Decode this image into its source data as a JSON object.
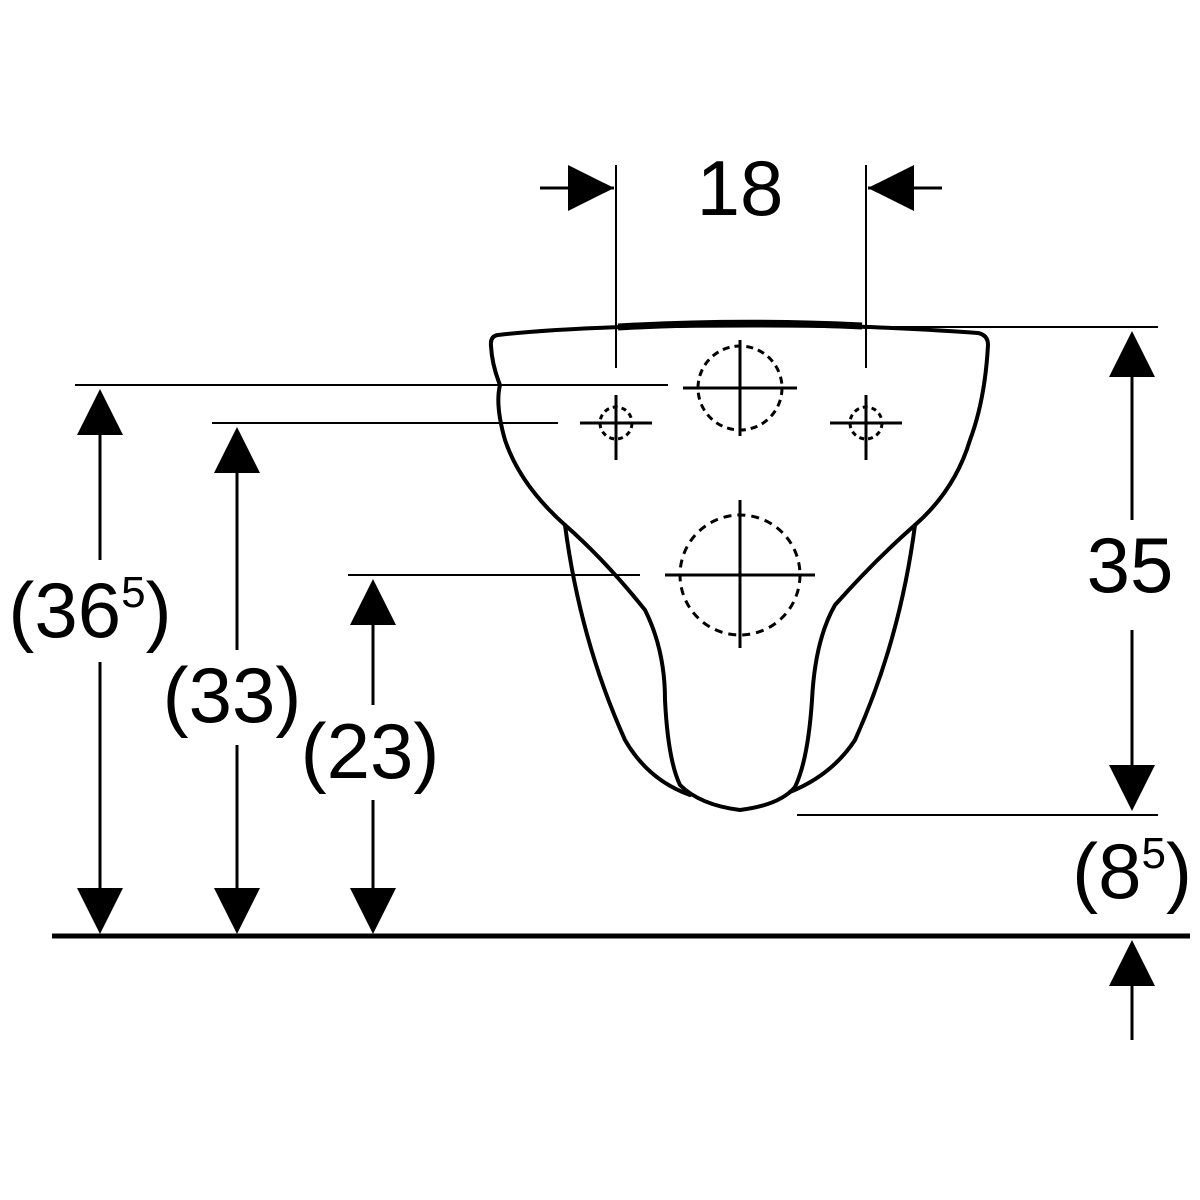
{
  "diagram": {
    "colors": {
      "ink": "#000000",
      "background": "#ffffff"
    },
    "dimensions": {
      "fixing_hole_spacing": {
        "value": "18"
      },
      "total_height": {
        "open": "(",
        "value": "36",
        "sup": "5",
        "close": ")"
      },
      "fixing_height": {
        "open": "(",
        "value": "33",
        "close": ")"
      },
      "drain_height": {
        "open": "(",
        "value": "23",
        "close": ")"
      },
      "bowl_height": {
        "value": "35"
      },
      "floor_clearance": {
        "open": "(",
        "value": "8",
        "sup": "5",
        "close": ")"
      }
    }
  }
}
